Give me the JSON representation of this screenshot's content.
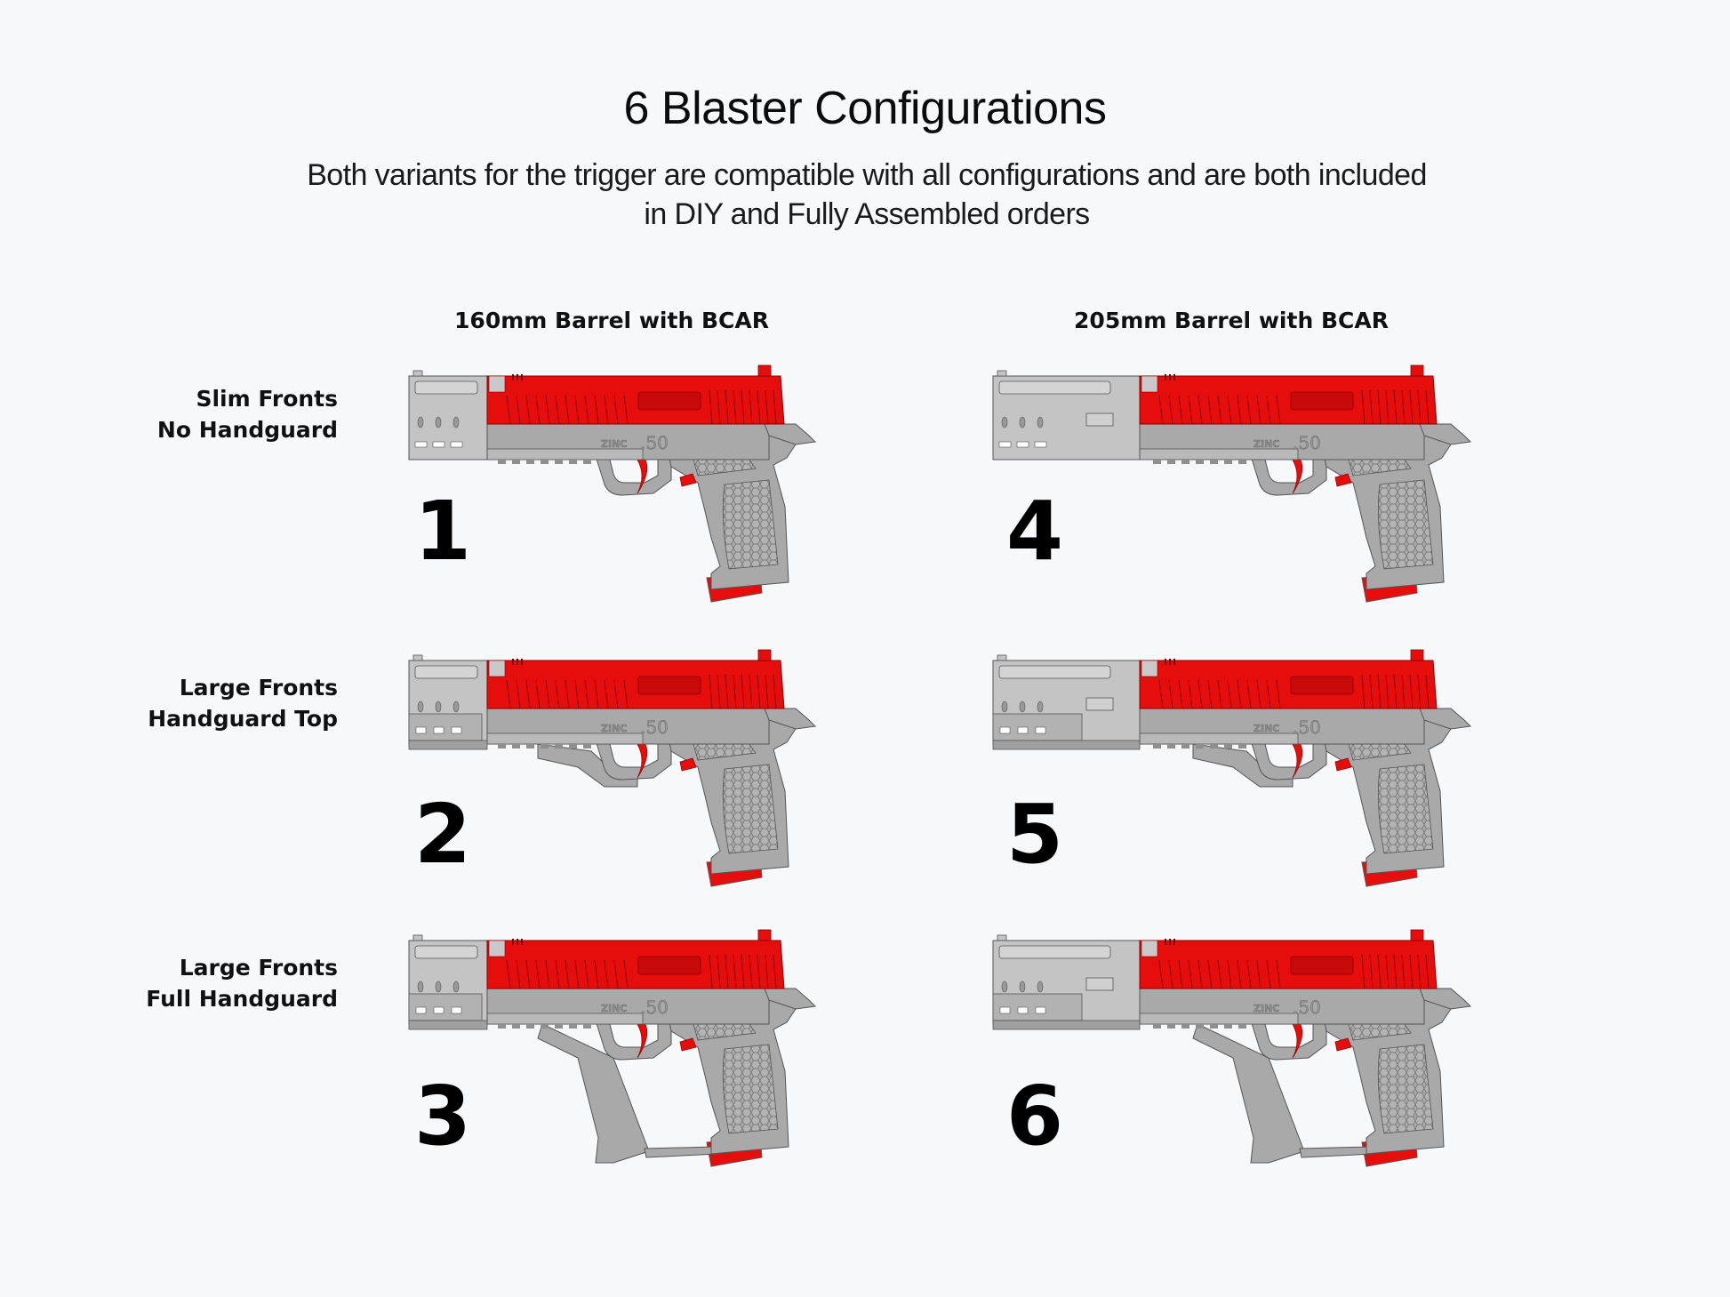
{
  "header": {
    "title": "6 Blaster Configurations",
    "subtitle": "Both variants for the trigger are compatible with all configurations and are both included in DIY and Fully Assembled orders"
  },
  "columns": [
    {
      "label": "160mm Barrel with BCAR"
    },
    {
      "label": "205mm Barrel with BCAR"
    }
  ],
  "rows": [
    {
      "line1": "Slim Fronts",
      "line2": "No Handguard"
    },
    {
      "line1": "Large Fronts",
      "line2": "Handguard Top"
    },
    {
      "line1": "Large Fronts",
      "line2": "Full Handguard"
    }
  ],
  "configurations": [
    {
      "number": "1",
      "barrel": "160mm Barrel with BCAR",
      "front": "Slim Fronts",
      "handguard": "No Handguard",
      "engraving_brand": "ZINC",
      "engraving_caliber": ".50"
    },
    {
      "number": "2",
      "barrel": "160mm Barrel with BCAR",
      "front": "Large Fronts",
      "handguard": "Handguard Top",
      "engraving_brand": "ZINC",
      "engraving_caliber": ".50"
    },
    {
      "number": "3",
      "barrel": "160mm Barrel with BCAR",
      "front": "Large Fronts",
      "handguard": "Full Handguard",
      "engraving_brand": "ZINC",
      "engraving_caliber": ".50"
    },
    {
      "number": "4",
      "barrel": "205mm Barrel with BCAR",
      "front": "Slim Fronts",
      "handguard": "No Handguard",
      "engraving_brand": "ZINC",
      "engraving_caliber": ".50"
    },
    {
      "number": "5",
      "barrel": "205mm Barrel with BCAR",
      "front": "Large Fronts",
      "handguard": "Handguard Top",
      "engraving_brand": "ZINC",
      "engraving_caliber": ".50"
    },
    {
      "number": "6",
      "barrel": "205mm Barrel with BCAR",
      "front": "Large Fronts",
      "handguard": "Full Handguard",
      "engraving_brand": "ZINC",
      "engraving_caliber": ".50"
    }
  ],
  "colors": {
    "background": "#f7f8fa",
    "slide_red": "#e60d0d",
    "slide_red_dark": "#c80a0a",
    "frame_gray": "#a9a9a9",
    "frame_gray_light": "#c4c4c4",
    "text": "#111111"
  }
}
